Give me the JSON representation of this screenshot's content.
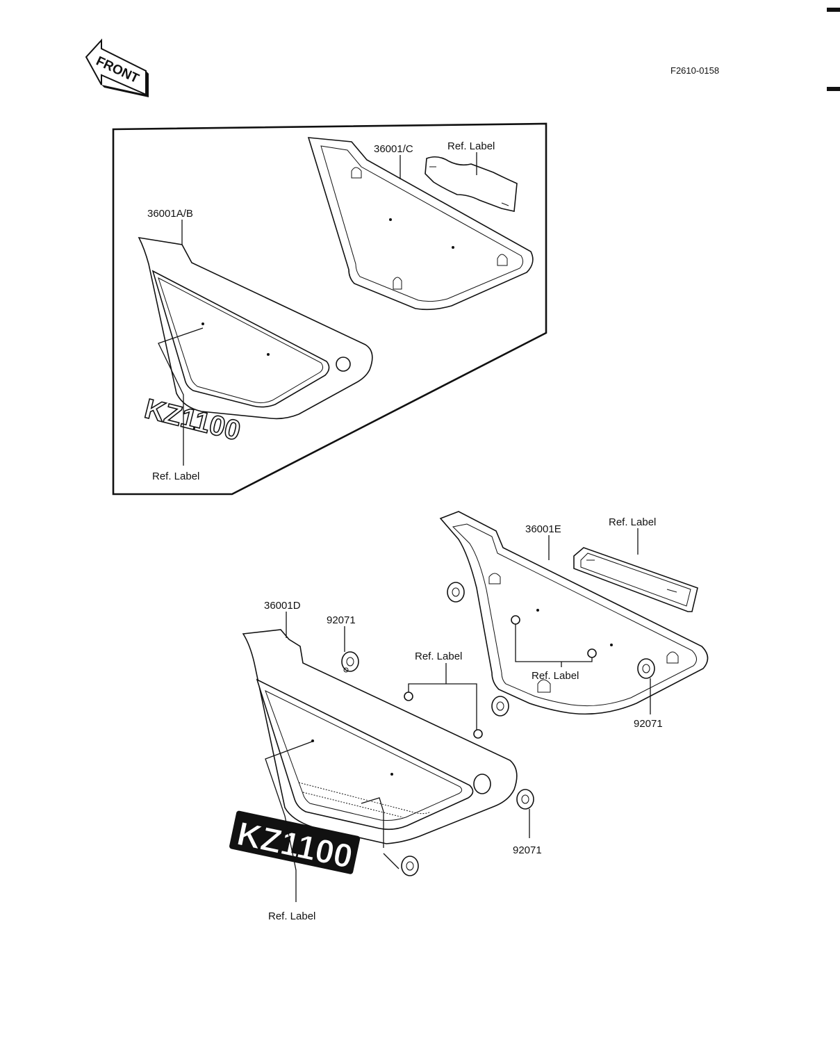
{
  "diagram_id": "F2610-0158",
  "front_arrow": {
    "text": "FRONT",
    "icon": "front-arrow-icon"
  },
  "kit_upper": {
    "cover_left_part": "36001A/B",
    "cover_right_part": "36001/C",
    "left_label": "Ref. Label",
    "right_label": "Ref. Label",
    "emblem_text": "KZ1100"
  },
  "kit_lower": {
    "cover_left_part": "36001D",
    "cover_right_part": "36001E",
    "grommet_part_1": "92071",
    "grommet_part_2": "92071",
    "grommet_part_3": "92071",
    "label_top_right": "Ref. Label",
    "label_mid": "Ref. Label",
    "label_inner": "Ref. Label",
    "label_bottom": "Ref. Label",
    "emblem_text": "KZ1100"
  }
}
